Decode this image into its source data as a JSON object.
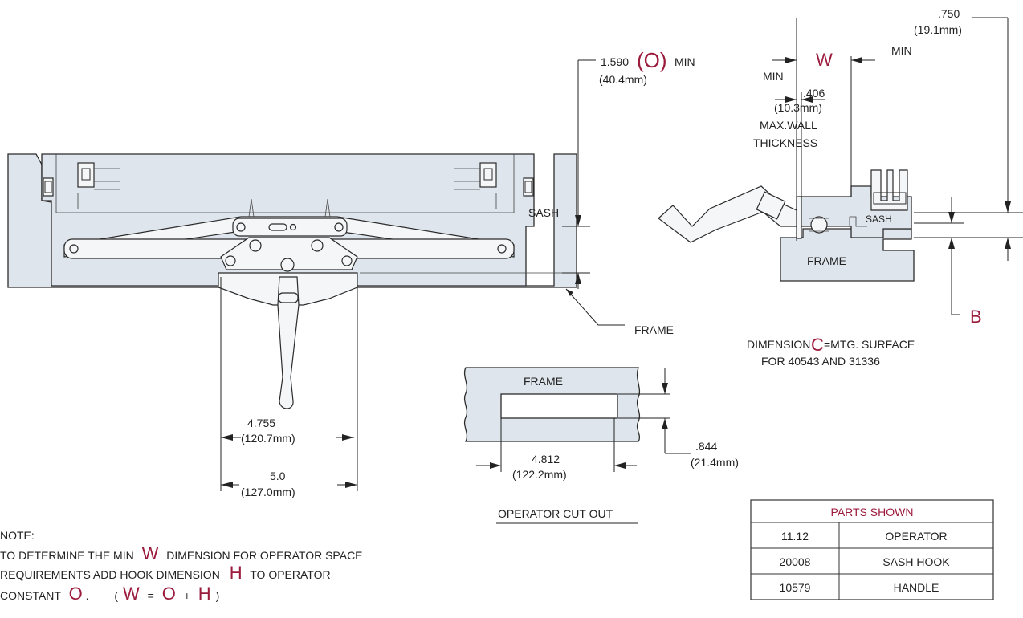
{
  "operator": {
    "sash_label": "SASH",
    "frame_label": "FRAME",
    "dim_o_value": "1.590",
    "dim_o_letter": "(O)",
    "dim_o_suffix": "MIN",
    "dim_o_mm": "(40.4mm)",
    "dim_4755": "4.755",
    "dim_4755_mm": "(120.7mm)",
    "dim_50": "5.0",
    "dim_50_mm": "(127.0mm)"
  },
  "cutout": {
    "frame_label": "FRAME",
    "dim_4812": "4.812",
    "dim_4812_mm": "(122.2mm)",
    "dim_844": ".844",
    "dim_844_mm": "(21.4mm)",
    "caption": "OPERATOR CUT OUT"
  },
  "section": {
    "dim_750": ".750",
    "dim_750_mm": "(19.1mm)",
    "min_right": "MIN",
    "w_letter": "W",
    "min_left": "MIN",
    "dim_406": ".406",
    "dim_406_mm": "(10.3mm)",
    "max_wall_1": "MAX.WALL",
    "max_wall_2": "THICKNESS",
    "sash_label": "SASH",
    "frame_label": "FRAME",
    "b_letter": "B",
    "dimension_label": "DIMENSION",
    "c_letter": "C",
    "c_suffix": "=MTG. SURFACE",
    "c_line2": "FOR 40543 AND 31336"
  },
  "note": {
    "title": "NOTE:",
    "line1_a": "TO DETERMINE THE MIN",
    "line1_w": "W",
    "line1_b": "DIMENSION FOR OPERATOR SPACE",
    "line2_a": "REQUIREMENTS ADD HOOK DIMENSION",
    "line2_h": "H",
    "line2_b": "TO OPERATOR",
    "line3_a": "CONSTANT",
    "line3_o": "O",
    "line3_dot": ".",
    "formula_open": "(",
    "formula_w": "W",
    "formula_eq": "=",
    "formula_o": "O",
    "formula_plus": "+",
    "formula_h": "H",
    "formula_close": ")"
  },
  "parts_table": {
    "title": "PARTS SHOWN",
    "rows": [
      {
        "number": "11.12",
        "name": "OPERATOR"
      },
      {
        "number": "20008",
        "name": "SASH HOOK"
      },
      {
        "number": "10579",
        "name": "HANDLE"
      }
    ]
  }
}
